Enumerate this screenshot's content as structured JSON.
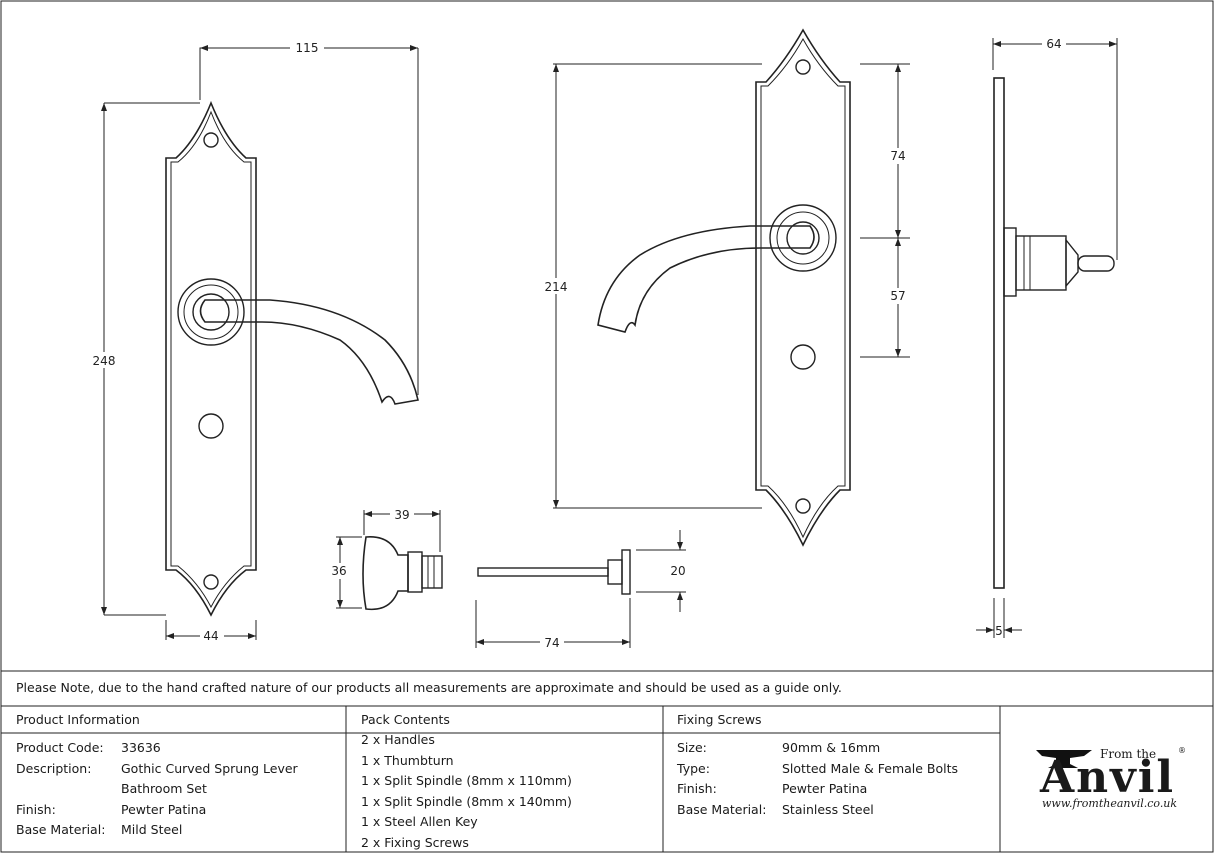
{
  "dimensions": {
    "front_width": "115",
    "front_height": "248",
    "plate_width": "44",
    "back_height": "214",
    "upper_offset": "74",
    "lower_offset": "57",
    "side_depth": "64",
    "plate_thickness": "5",
    "thumbturn_width": "39",
    "thumbturn_height": "36",
    "spindle_length": "74",
    "spindle_plate": "20"
  },
  "note": "Please Note, due to the hand crafted nature of our products all measurements are approximate and should be used as a guide only.",
  "product_info": {
    "heading": "Product Information",
    "rows": [
      {
        "label": "Product Code:",
        "value": "33636"
      },
      {
        "label": "Description:",
        "value": "Gothic Curved Sprung Lever"
      },
      {
        "label": "",
        "value": "Bathroom Set"
      },
      {
        "label": "Finish:",
        "value": "Pewter Patina"
      },
      {
        "label": "Base Material:",
        "value": "Mild Steel"
      }
    ]
  },
  "pack_contents": {
    "heading": "Pack Contents",
    "items": [
      "2 x Handles",
      "1 x Thumbturn",
      "1 x Split Spindle (8mm x 110mm)",
      "1 x Split Spindle (8mm x 140mm)",
      "1 x Steel Allen Key",
      "2 x Fixing Screws"
    ]
  },
  "fixing_screws": {
    "heading": "Fixing Screws",
    "rows": [
      {
        "label": "Size:",
        "value": "90mm & 16mm"
      },
      {
        "label": "Type:",
        "value": "Slotted Male & Female Bolts"
      },
      {
        "label": "Finish:",
        "value": "Pewter Patina"
      },
      {
        "label": "Base Material:",
        "value": "Stainless Steel"
      }
    ]
  },
  "logo": {
    "from": "From the",
    "name": "Anvil",
    "reg": "®",
    "url": "www.fromtheanvil.co.uk"
  }
}
